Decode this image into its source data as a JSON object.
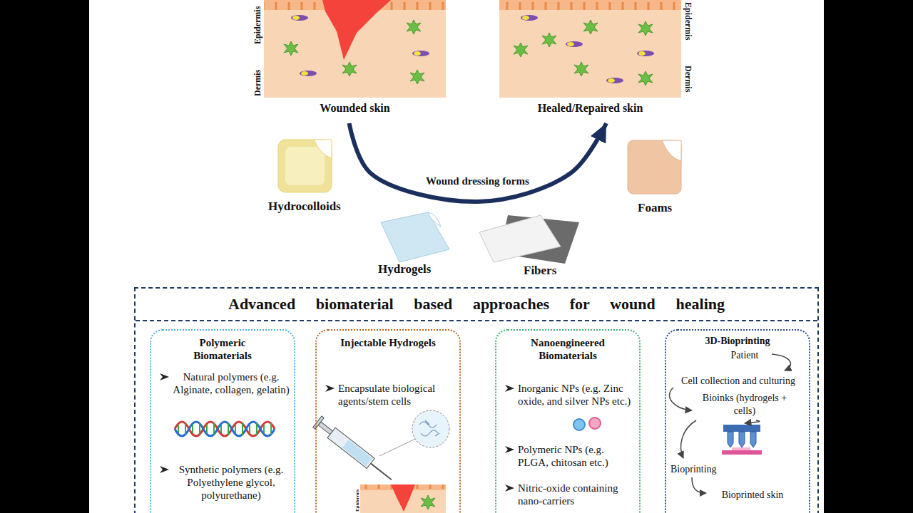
{
  "diagram": {
    "nodes": [
      {
        "text": [
          "Wounded skin"
        ]
      },
      {
        "text": [
          "Healed/Repaired skin"
        ]
      },
      {
        "text": [
          "Advanced biomaterial based approaches for wound healing"
        ]
      },
      {
        "text": [
          "Polymeric Biomaterials",
          "Natural polymers (e.g. Alginate, collagen, gelatin)",
          "Synthetic polymers (e.g. Polyethylene glycol, polyurethane)"
        ],
        "in": 2
      },
      {
        "text": [
          "Injectable Hydrogels",
          "Encapsulate biological agents/stem cells"
        ],
        "in": 2
      },
      {
        "text": [
          "Nanoengineered Biomaterials",
          "Inorganic NPs (e.g. Zinc oxide, and silver NPs etc.)",
          "Polymeric NPs (e.g. PLGA, chitosan etc.)",
          "Nitric-oxide containing nano-carriers"
        ],
        "in": 2
      },
      {
        "text": [
          "3D-Bioprinting",
          "Patient",
          "Cell collection and culturing",
          "Bioinks (hydrogels + cells)",
          "Bioprinting",
          "Bioprinted skin"
        ],
        "in": 2
      }
    ],
    "edges": [
      {
        "from": 0,
        "to": 1,
        "label": "Wound dressing forms",
        "arrow": "to"
      }
    ],
    "labels": [
      "Epidermis",
      "Dermis",
      "Epidermis",
      "Dermis",
      "Hydrocolloids",
      "Foams",
      "Hydrogels",
      "Fibers",
      "Epidermis"
    ]
  }
}
